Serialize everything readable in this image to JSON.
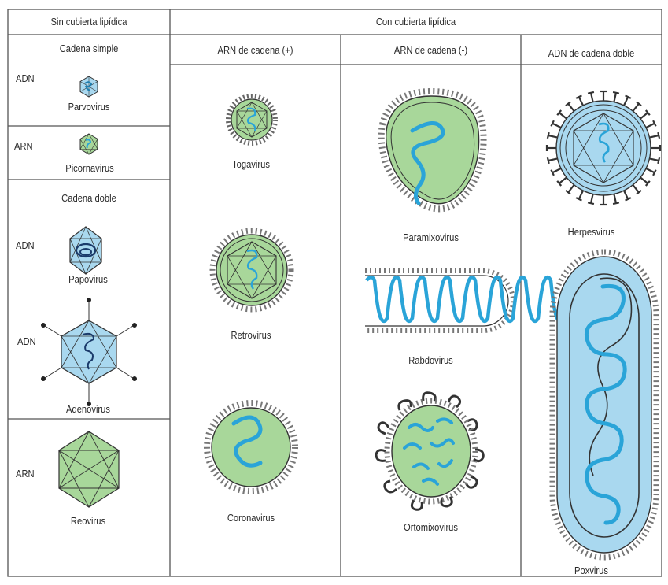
{
  "headers": {
    "sin": "Sin cubierta lipídica",
    "con": "Con cubierta lipídica",
    "arn_pos": "ARN de cadena (+)",
    "arn_neg": "ARN de cadena (-)",
    "adn_doble": "ADN de cadena doble"
  },
  "left": {
    "simple_title": "Cadena simple",
    "doble_title": "Cadena doble",
    "adn": "ADN",
    "arn": "ARN",
    "parvovirus": "Parvovirus",
    "picornavirus": "Picornavirus",
    "papovirus": "Papovirus",
    "adenovirus": "Adenovirus",
    "reovirus": "Reovirus"
  },
  "viruses": {
    "togavirus": "Togavirus",
    "retrovirus": "Retrovirus",
    "coronavirus": "Coronavirus",
    "paramixovirus": "Paramixovirus",
    "rabdovirus": "Rabdovirus",
    "ortomixovirus": "Ortomixovirus",
    "herpesvirus": "Herpesvirus",
    "poxvirus": "Poxvirus"
  },
  "colors": {
    "capsid_green": "#a8d79a",
    "capsid_blue": "#a9d8ef",
    "nucleic_acid": "#2aa4d8",
    "line": "#333333"
  }
}
